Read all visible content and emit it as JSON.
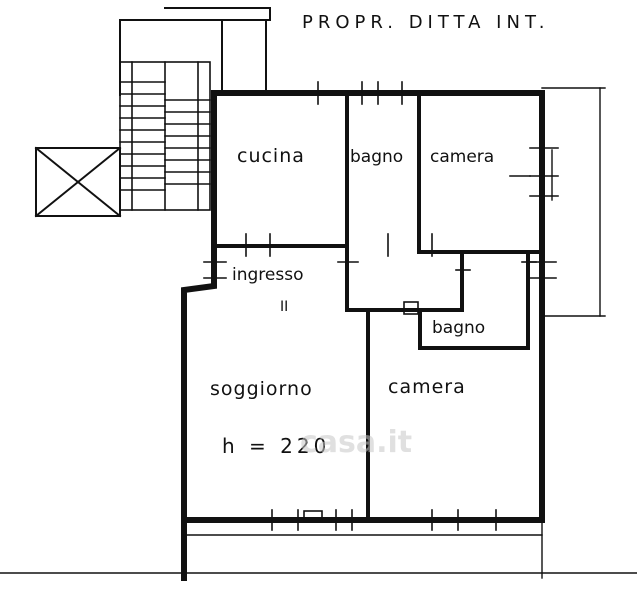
{
  "header": {
    "text": "PROPR.   DITTA   INT."
  },
  "rooms": {
    "cucina": "cucina",
    "bagno_top": "bagno",
    "camera_top": "camera",
    "ingresso": "ingresso",
    "bagno_small": "bagno",
    "soggiorno": "soggiorno",
    "camera_bottom": "camera"
  },
  "annotations": {
    "ingresso_mark": "II",
    "height": "h = 220"
  },
  "watermark": {
    "text": "casa.it"
  },
  "colors": {
    "ink": "#111111",
    "paper": "#ffffff",
    "watermark": "#c8c8c8"
  }
}
